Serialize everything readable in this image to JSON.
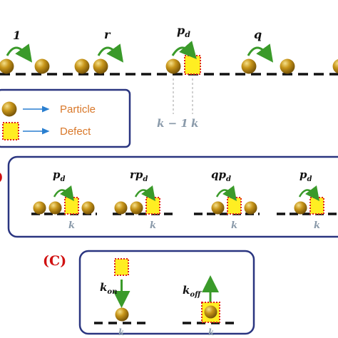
{
  "colors": {
    "particle": "#b88a10",
    "defect_fill": "#ffee22",
    "defect_border": "#e02020",
    "arrow_green": "#3a9a2a",
    "box_border": "#2a3580",
    "legend_arrow": "#2a7fd0",
    "legend_text": "#d9782a",
    "k_label": "#8a9aaa",
    "panel_label": "#d01010"
  },
  "top_row": {
    "rates": [
      "1",
      "r",
      "q"
    ],
    "pd_base": "p",
    "pd_sub": "d",
    "site_left": "k − 1",
    "site_right": "k"
  },
  "legend": {
    "particle": "Particle",
    "defect": "Defect"
  },
  "panel_b": {
    "label_fragment": ")",
    "rates": [
      {
        "pre": "",
        "base": "p",
        "sub": "d"
      },
      {
        "pre": "r",
        "base": "p",
        "sub": "d"
      },
      {
        "pre": "q",
        "base": "p",
        "sub": "d"
      },
      {
        "pre": "",
        "base": "p",
        "sub": "d"
      }
    ],
    "site": "k"
  },
  "panel_c": {
    "label": "(C)",
    "k_on_base": "k",
    "k_on_sub": "on",
    "k_off_base": "k",
    "k_off_sub": "off",
    "site": "k"
  }
}
